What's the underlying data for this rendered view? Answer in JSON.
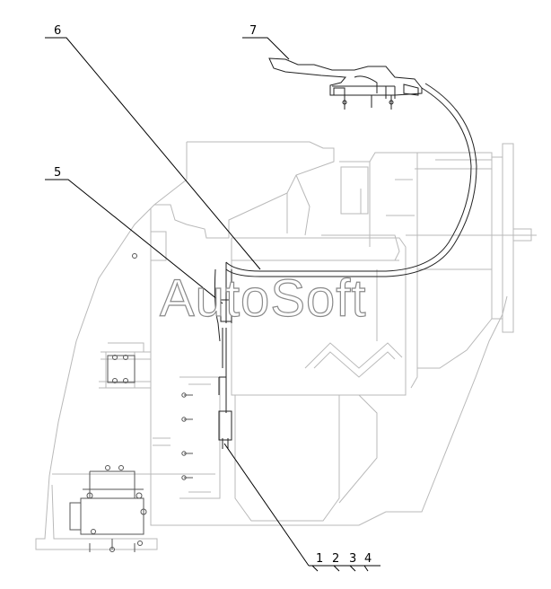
{
  "diagram": {
    "watermark": "AutoSoft",
    "callouts": {
      "c1": "1",
      "c2": "2",
      "c3": "3",
      "c4": "4",
      "c5": "5",
      "c6": "6",
      "c7": "7"
    }
  }
}
